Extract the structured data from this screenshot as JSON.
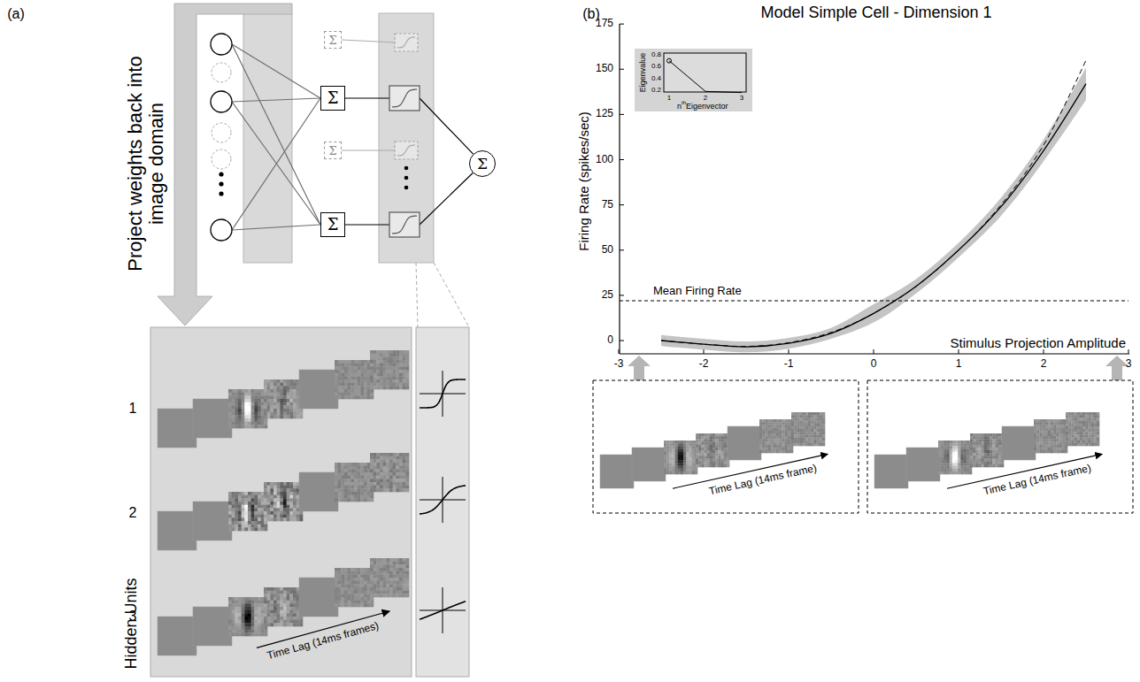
{
  "diagram": {
    "title": "Model Simple Cell - Dimension 1",
    "nodes": [
      {
        "text": [
          "Σ"
        ]
      },
      {
        "text": [
          "Σ"
        ]
      },
      {
        "text": [
          "Σ"
        ]
      },
      {
        "text": [
          "Σ"
        ]
      },
      {
        "text": [
          "Σ"
        ]
      }
    ],
    "labels": [
      "(a)",
      "Project weights back into image domain",
      "Hidden Units",
      "1",
      "2",
      "3",
      "Time Lag (14ms frames)",
      "(b)",
      "Firing Rate (spikes/sec)",
      "175",
      "150",
      "125",
      "100",
      "75",
      "50",
      "25",
      "0",
      "Mean Firing Rate",
      "Stimulus Projection Amplitude",
      "-3",
      "-2",
      "-1",
      "0",
      "1",
      "2",
      "3",
      "Eigenvalue",
      "0.8",
      "0.6",
      "0.4",
      "0.2",
      "1",
      "2",
      "3",
      "n",
      "th",
      "Eigenvector",
      "Time Lag (14ms frame)",
      "Time Lag (14ms frame)"
    ]
  }
}
